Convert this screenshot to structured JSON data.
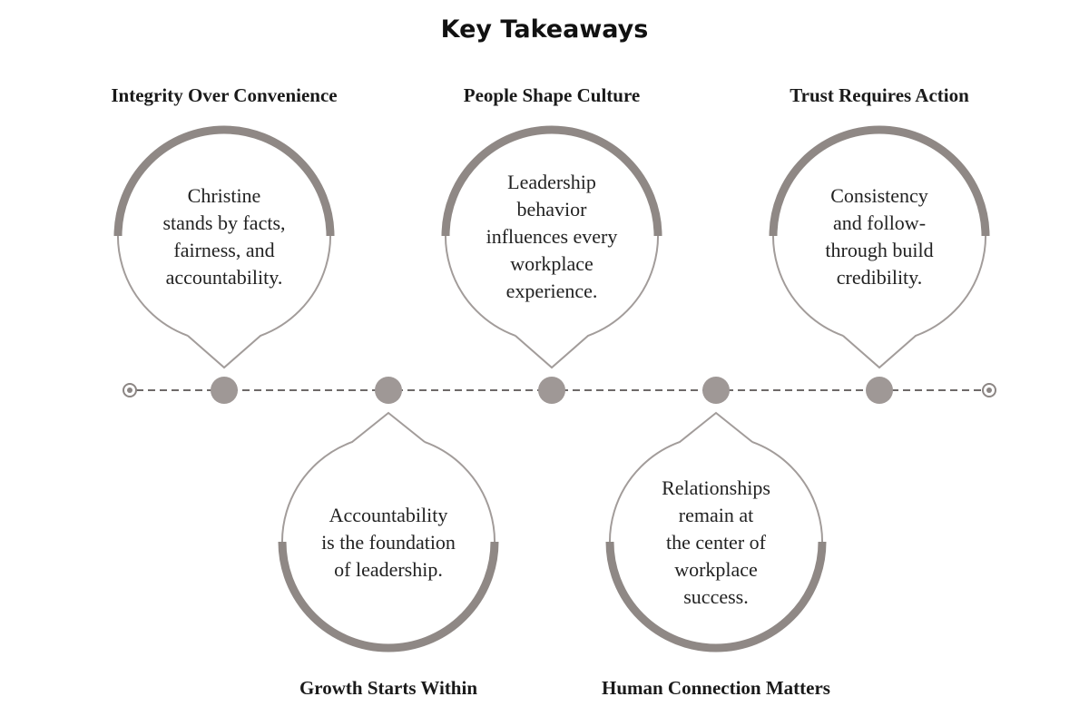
{
  "title": "Key Takeaways",
  "colors": {
    "accent": "#8f8885",
    "outline": "#a29c9a",
    "dot": "#9f9896",
    "line": "#6e6a69",
    "text": "#222222"
  },
  "items": [
    {
      "heading": "Integrity Over Convenience",
      "position": "top",
      "lines": [
        "Christine",
        "stands by facts,",
        "fairness, and",
        "accountability."
      ]
    },
    {
      "heading": "Growth Starts Within",
      "position": "bottom",
      "lines": [
        "Accountability",
        "is the foundation",
        "of leadership."
      ]
    },
    {
      "heading": "People Shape Culture",
      "position": "top",
      "lines": [
        "Leadership",
        "behavior",
        "influences every",
        "workplace",
        "experience."
      ]
    },
    {
      "heading": "Human Connection Matters",
      "position": "bottom",
      "lines": [
        "Relationships",
        "remain at",
        "the center of",
        "workplace",
        "success."
      ]
    },
    {
      "heading": "Trust Requires Action",
      "position": "top",
      "lines": [
        "Consistency",
        "and follow-",
        "through build",
        "credibility."
      ]
    }
  ]
}
